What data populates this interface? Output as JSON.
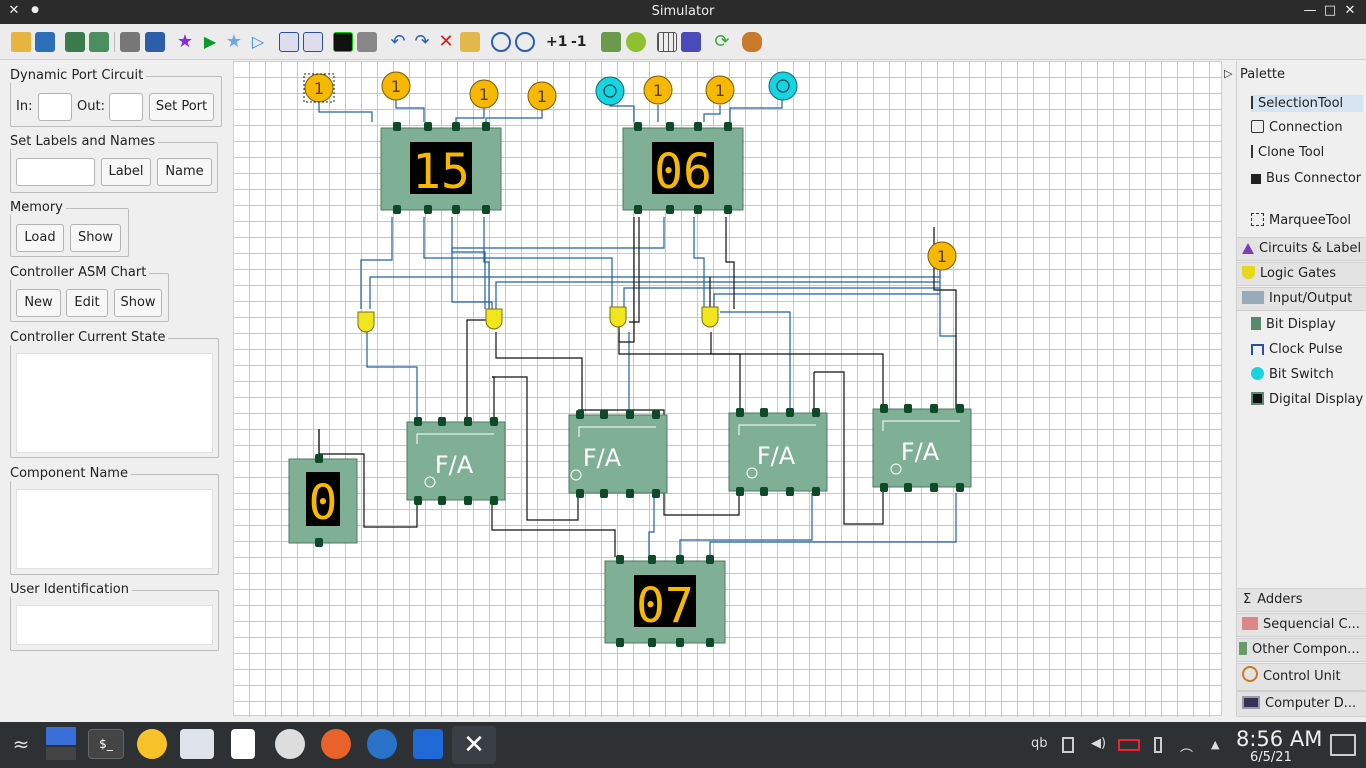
{
  "window": {
    "title": "Simulator",
    "close": "✕",
    "minimize": "—",
    "maximize": "□",
    "close_right": "✕"
  },
  "toolbar": {
    "increment": "+1",
    "decrement": "-1",
    "icons": [
      "open-icon",
      "save-icon",
      "save-as-icon",
      "export-icon",
      "print-icon",
      "verify-icon",
      "star-icon",
      "run-icon",
      "star-outline-icon",
      "step-icon",
      "clock-icon",
      "pulse-icon",
      "oscilloscope-icon",
      "edit-icon",
      "undo-icon",
      "redo-icon",
      "delete-icon",
      "clear-icon",
      "zoom-in-icon",
      "zoom-out-icon",
      "increment-icon",
      "decrement-icon",
      "align-icon",
      "info-icon",
      "grid-icon",
      "route-icon",
      "refresh-icon",
      "users-icon"
    ]
  },
  "left": {
    "dynamic_port": {
      "title": "Dynamic Port Circuit",
      "in_label": "In:",
      "in_value": "",
      "out_label": "Out:",
      "out_value": "",
      "set_port": "Set Port"
    },
    "labels_names": {
      "title": "Set Labels and Names",
      "input_value": "",
      "label_btn": "Label",
      "name_btn": "Name"
    },
    "memory": {
      "title": "Memory",
      "load": "Load",
      "show": "Show"
    },
    "asm": {
      "title": "Controller ASM Chart",
      "new": "New",
      "edit": "Edit",
      "show": "Show"
    },
    "current_state": {
      "title": "Controller Current State",
      "value": ""
    },
    "component_name": {
      "title": "Component Name",
      "value": ""
    },
    "user_id": {
      "title": "User Identification",
      "value": ""
    }
  },
  "circuit": {
    "displays": {
      "a": "15",
      "b": "06",
      "sum": "07",
      "carry": "0"
    },
    "adder_label": "F/A",
    "bit_one": "1",
    "bit_zero": "0"
  },
  "palette": {
    "title": "Palette",
    "tools": [
      "SelectionTool",
      "Connection",
      "Clone Tool",
      "Bus Connector",
      "MarqueeTool"
    ],
    "drawers_top": [
      "Circuits & Label",
      "Logic Gates",
      "Input/Output"
    ],
    "io_items": [
      "Bit Display",
      "Clock Pulse",
      "Bit Switch",
      "Digital Display"
    ],
    "drawers_bottom": [
      "Adders",
      "Sequencial C...",
      "Other Compon...",
      "Control Unit",
      "Computer D..."
    ]
  },
  "taskbar": {
    "clock": "8:56 AM",
    "date": "6/5/21",
    "tray_qb": "qb"
  },
  "colors": {
    "chip": "#7fb096",
    "chip_border": "#4d7a62",
    "pin": "#0f4a28",
    "display_digit": "#f6b800",
    "bit_one": "#f6b800",
    "bit_switch": "#17d4e0",
    "xor": "#f1e51c",
    "wire_blue": "#2060a0",
    "wire_black": "#111111",
    "titlebar": "#2b2b2b",
    "taskbar": "#2e3134"
  }
}
